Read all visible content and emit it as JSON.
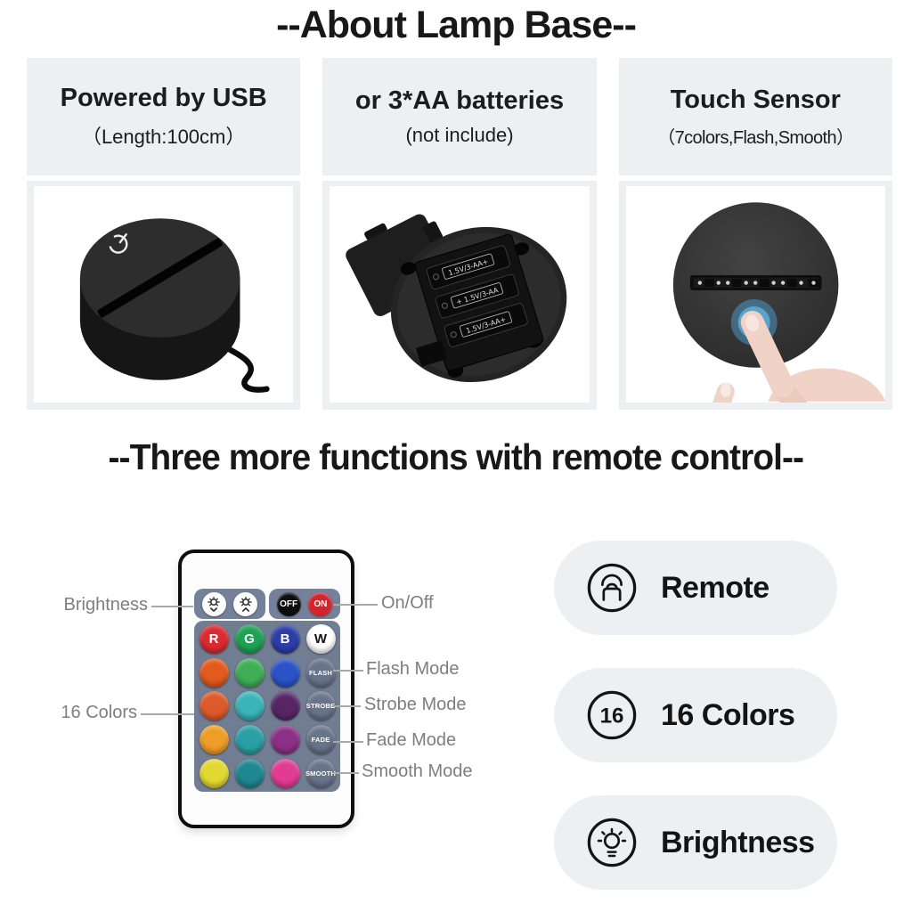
{
  "header": {
    "title": "--About Lamp Base--"
  },
  "panels": [
    {
      "title": "Powered by USB",
      "subtitle": "（Length:100cm）",
      "image": "usb-powered-lamp-base-photo"
    },
    {
      "title": "or 3*AA batteries",
      "subtitle": "(not include)",
      "image": "battery-compartment-photo"
    },
    {
      "title": "Touch Sensor",
      "subtitle": "（7colors,Flash,Smooth）",
      "image": "touch-sensor-base-photo"
    }
  ],
  "section2": {
    "title": "--Three more functions with remote control--"
  },
  "remote": {
    "off_label": "OFF",
    "on_label": "ON",
    "top_row": [
      {
        "label": "R",
        "color": "#d92b31",
        "text_color": "#ffffff"
      },
      {
        "label": "G",
        "color": "#1fa254",
        "text_color": "#ffffff"
      },
      {
        "label": "B",
        "color": "#2c3da8",
        "text_color": "#ffffff"
      },
      {
        "label": "W",
        "color": "#ffffff",
        "text_color": "#141414"
      }
    ],
    "color_rows": [
      [
        "#e25a1d",
        "#3fae57",
        "#2b52c6"
      ],
      [
        "#dd5a2b",
        "#3ab5b8",
        "#572566"
      ],
      [
        "#ee9d27",
        "#2aa0a4",
        "#8c3085"
      ],
      [
        "#e2d832",
        "#1f8791",
        "#e23b93"
      ]
    ],
    "mode_buttons": [
      "FLASH",
      "STROBE",
      "FADE",
      "SMOOTH"
    ]
  },
  "callouts": {
    "brightness": "Brightness",
    "colors16": "16 Colors",
    "onoff": "On/Off",
    "flash": "Flash Mode",
    "strobe": "Strobe Mode",
    "fade": "Fade Mode",
    "smooth": "Smooth Mode"
  },
  "features": [
    {
      "icon": "remote-icon",
      "label": "Remote"
    },
    {
      "icon": "count-16-badge",
      "label": "16 Colors",
      "badge": "16"
    },
    {
      "icon": "brightness-bulb-icon",
      "label": "Brightness"
    }
  ]
}
